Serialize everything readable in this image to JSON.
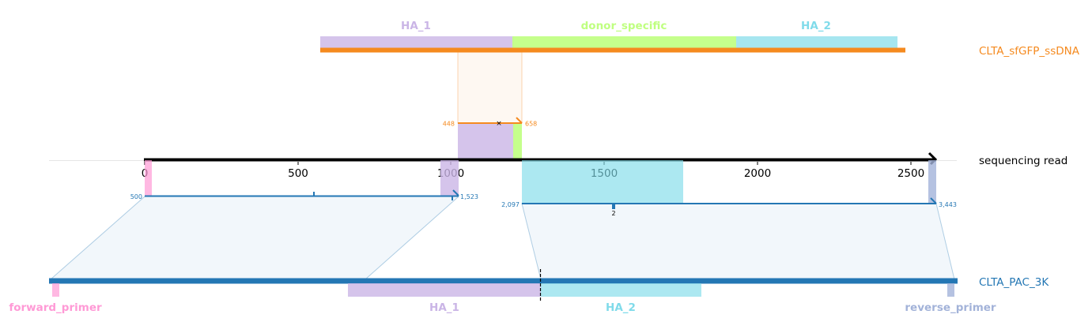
{
  "colors": {
    "ha1": "#cab5e6",
    "donor": "#bfff80",
    "ha2": "#80dbea",
    "forward": "#ff9ad6",
    "reverse": "#a3b3d9",
    "orange": "#f58a1f",
    "blue": "#2477b4",
    "black": "#000000"
  },
  "tracks": {
    "donor_name": "CLTA_sfGFP_ssDNA",
    "read_name": "sequencing read",
    "target_name": "CLTA_PAC_3K"
  },
  "donor_features": {
    "ha1": "HA_1",
    "donor_specific": "donor_specific",
    "ha2": "HA_2"
  },
  "target_features": {
    "forward_primer": "forward_primer",
    "ha1": "HA_1",
    "ha2": "HA_2",
    "reverse_primer": "reverse_primer"
  },
  "read_axis": {
    "ticks": [
      "0",
      "500",
      "1000",
      "1500",
      "2000",
      "2500"
    ]
  },
  "alignments": {
    "donor_start": "448",
    "donor_end": "658",
    "target1_start": "500",
    "target1_end": "1,523",
    "target2_start": "2,097",
    "target2_end": "3,443",
    "insertion_count": "2"
  }
}
